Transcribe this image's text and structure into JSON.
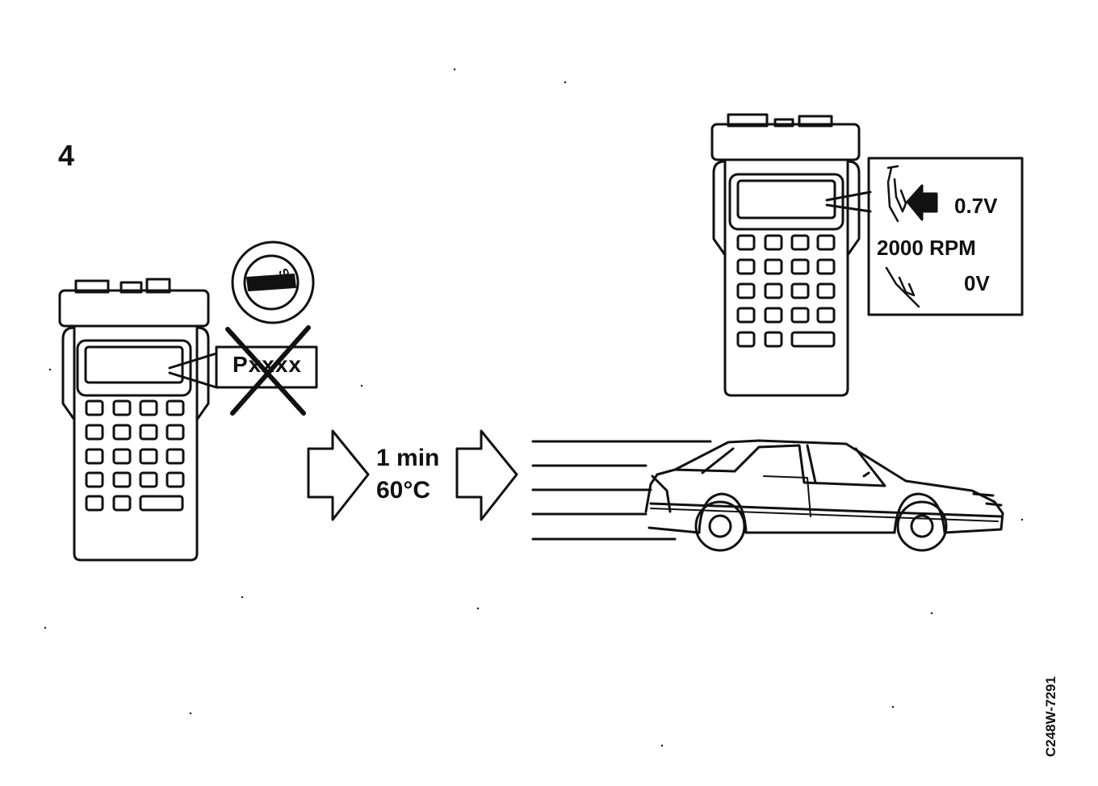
{
  "step_number": "4",
  "fault_code": "Pxxxx",
  "ignition_position": "ST",
  "warmup": {
    "duration": "1 min",
    "temperature": "60°C"
  },
  "readout": {
    "voltage_high": "0.7V",
    "engine_speed": "2000 RPM",
    "voltage_low": "0V"
  },
  "figure_code": "C248W-7291",
  "colors": {
    "ink": "#111111",
    "paper": "#ffffff"
  }
}
